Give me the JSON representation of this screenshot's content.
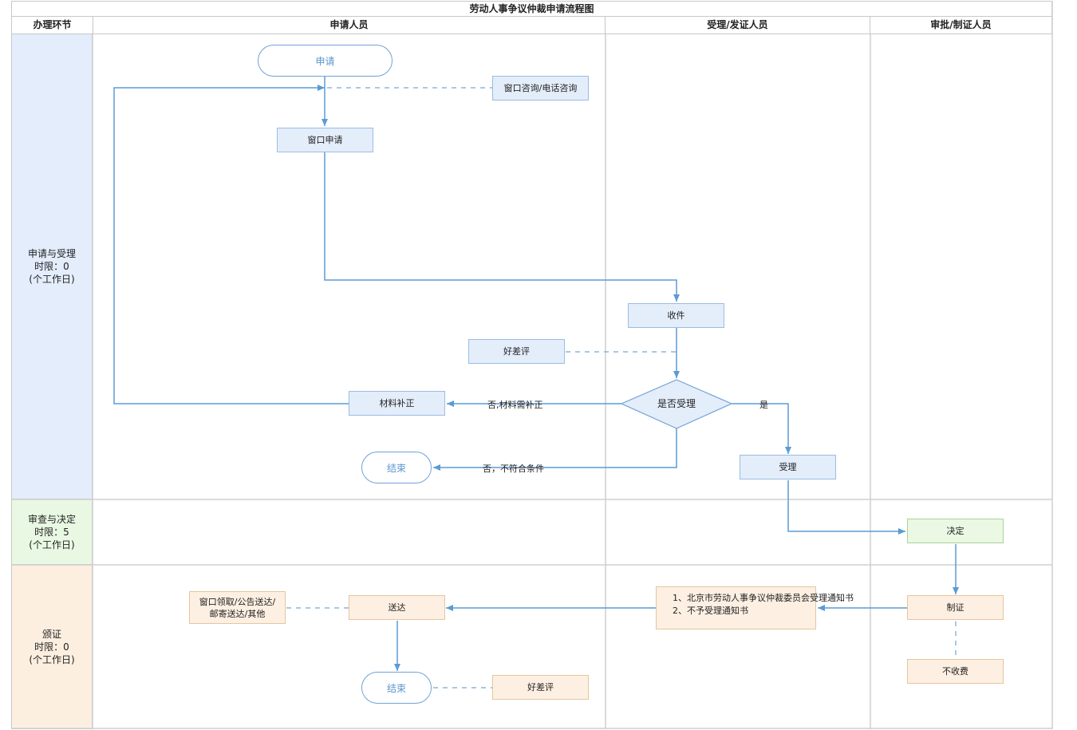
{
  "title": "劳动人事争议仲裁申请流程图",
  "columns": {
    "phase": "办理环节",
    "applicant": "申请人员",
    "acceptor": "受理/发证人员",
    "approver": "审批/制证人员"
  },
  "phases": {
    "apply": "申请与受理\n时限：0\n(个工作日)",
    "review": "审查与决定\n时限：5\n(个工作日)",
    "issue": "颁证\n时限：0\n(个工作日)"
  },
  "nodes": {
    "start": "申请",
    "consult": "窗口咨询/电话咨询",
    "window_apply": "窗口申请",
    "receive": "收件",
    "rating1": "好差评",
    "decision": "是否受理",
    "supplement": "材料补正",
    "end1": "结束",
    "accept": "受理",
    "decide": "决定",
    "certify": "制证",
    "no_fee": "不收费",
    "notice_line1": "1、北京市劳动人事争议仲裁委员会受理通知书",
    "notice_line2": "2、不予受理通知书",
    "deliver": "送达",
    "delivery_methods": "窗口领取/公告送达/\n邮寄送达/其他",
    "end2": "结束",
    "rating2": "好差评"
  },
  "edges": {
    "no_supplement": "否,材料需补正",
    "yes": "是",
    "no_unqualified": "否，不符合条件"
  }
}
